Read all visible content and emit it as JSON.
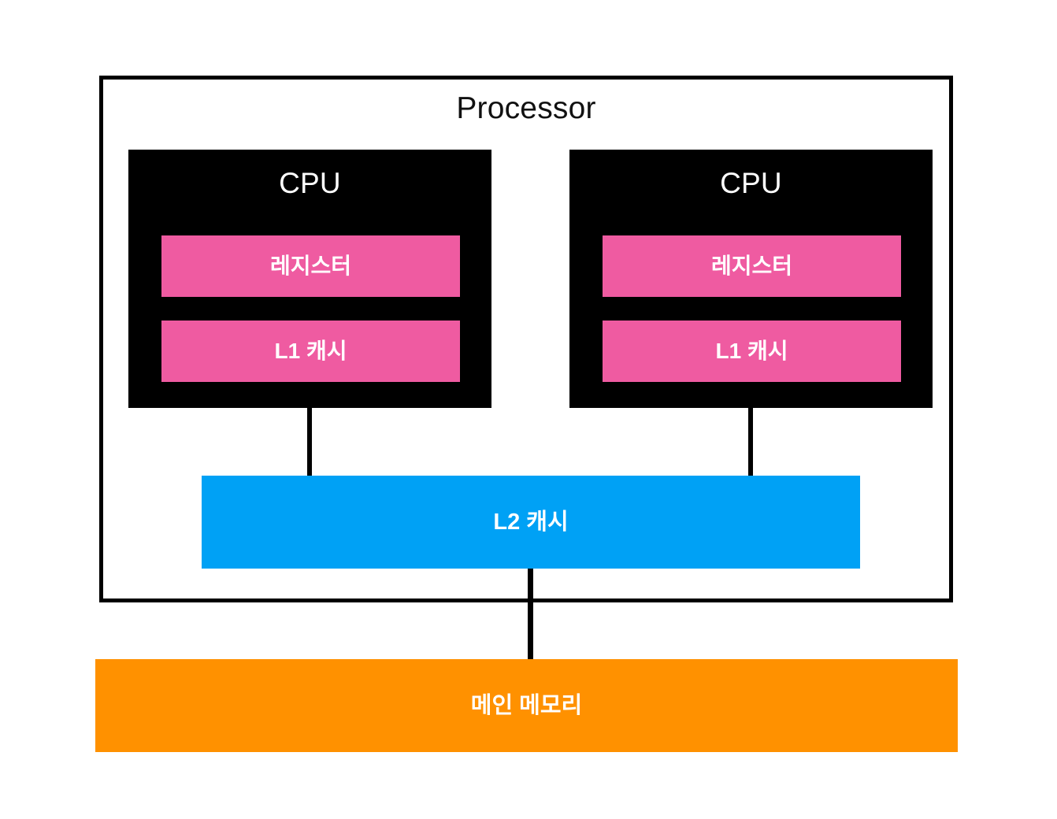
{
  "diagram": {
    "title": "Processor",
    "background_color": "#ffffff",
    "frame_color": "#000000",
    "colors": {
      "processor_frame": "#000000",
      "cpu_block": "#000000",
      "register_and_l1": "#ef5ba1",
      "l2_cache": "#00a1f5",
      "main_memory": "#ff9100",
      "connector": "#000000",
      "light_text": "#ffffff",
      "dark_text": "#111111"
    },
    "cpus": [
      {
        "label": "CPU",
        "blocks": [
          {
            "label": "레지스터",
            "color": "#ef5ba1"
          },
          {
            "label": "L1 캐시",
            "color": "#ef5ba1"
          }
        ]
      },
      {
        "label": "CPU",
        "blocks": [
          {
            "label": "레지스터",
            "color": "#ef5ba1"
          },
          {
            "label": "L1 캐시",
            "color": "#ef5ba1"
          }
        ]
      }
    ],
    "l2_cache": {
      "label": "L2 캐시",
      "color": "#00a1f5"
    },
    "main_memory": {
      "label": "메인 메모리",
      "color": "#ff9100"
    },
    "connectors": [
      {
        "from": "cpu-left",
        "to": "l2-cache"
      },
      {
        "from": "cpu-right",
        "to": "l2-cache"
      },
      {
        "from": "l2-cache",
        "to": "main-memory"
      }
    ]
  }
}
